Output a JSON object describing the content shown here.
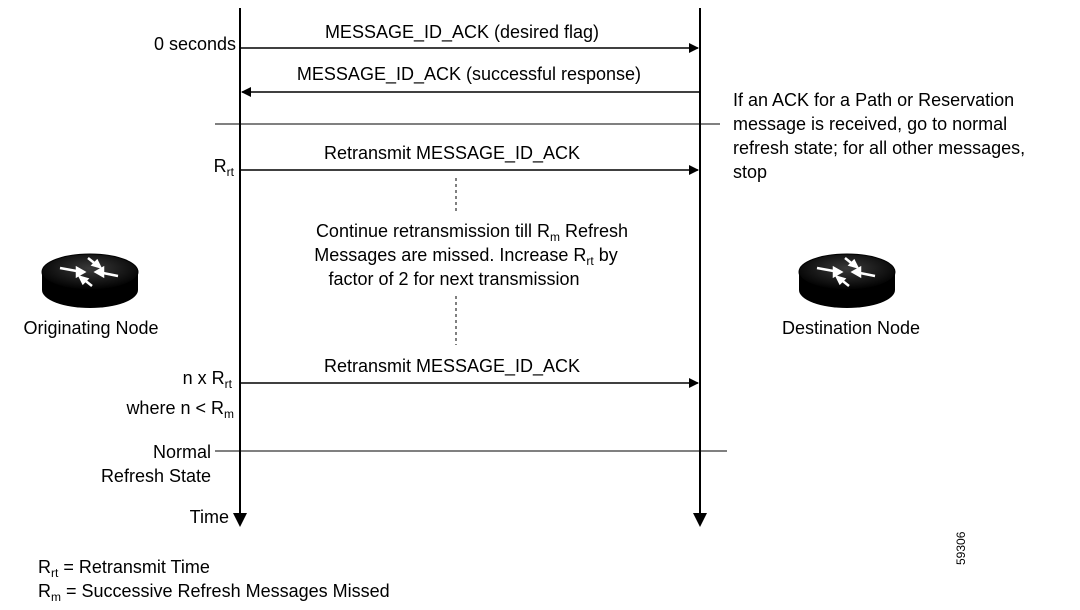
{
  "nodes": {
    "origin": {
      "label": "Originating Node",
      "icon": "router-icon"
    },
    "destination": {
      "label": "Destination Node",
      "icon": "router-icon"
    }
  },
  "time_labels": {
    "t0": "0 seconds",
    "rrt_base": "R",
    "rrt_sub": "rt",
    "n_prefix": "n x R",
    "n_sub": "rt",
    "where_prefix": "where n < R",
    "where_sub": "m",
    "normal_line1": "Normal",
    "normal_line2": "Refresh State",
    "time": "Time"
  },
  "messages": {
    "m1": "MESSAGE_ID_ACK (desired flag)",
    "m2": "MESSAGE_ID_ACK (successful response)",
    "m3": "Retransmit MESSAGE_ID_ACK",
    "m4": "Retransmit MESSAGE_ID_ACK"
  },
  "note_right": [
    "If an ACK for a Path or Reservation",
    "message is received, go to normal",
    "refresh state; for all other messages,",
    "stop"
  ],
  "note_center": {
    "line1_pre": "Continue retransmission till R",
    "line1_sub": "m",
    "line1_post": " Refresh",
    "line2_pre": "Messages are missed. Increase R",
    "line2_sub": "rt",
    "line2_post": " by",
    "line3": "factor of 2 for next transmission"
  },
  "legend": {
    "rrt_base": "R",
    "rrt_sub": "rt",
    "rrt_def": " = Retransmit Time",
    "rm_base": "R",
    "rm_sub": "m",
    "rm_def": " = Successive Refresh Messages Missed"
  },
  "figure_id": "59306"
}
